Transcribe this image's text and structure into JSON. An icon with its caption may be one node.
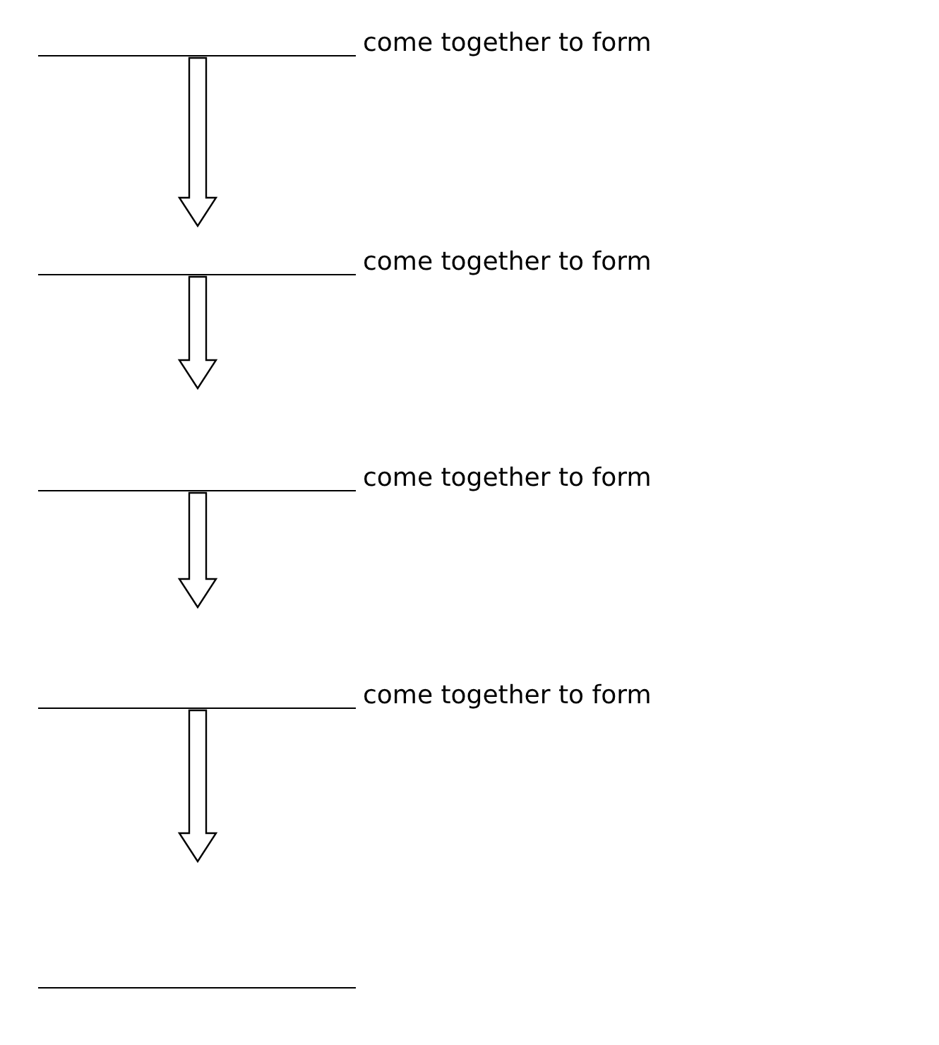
{
  "diagram": {
    "nodes": [
      {
        "text": [],
        "shape": "line",
        "beside": [
          "come together to form"
        ]
      },
      {
        "text": [],
        "shape": "line",
        "beside": [
          "come together to form"
        ]
      },
      {
        "text": [],
        "shape": "line",
        "beside": [
          "come together to form"
        ]
      },
      {
        "text": [],
        "shape": "line",
        "beside": [
          "come together to form"
        ]
      },
      {
        "text": [],
        "shape": "line"
      }
    ],
    "edges": [
      {
        "from": 0,
        "to": 1,
        "arrow": "to"
      },
      {
        "from": 1,
        "to": 2,
        "arrow": "to"
      },
      {
        "from": 2,
        "to": 3,
        "arrow": "to"
      },
      {
        "from": 3,
        "to": 4,
        "arrow": "to"
      }
    ]
  }
}
